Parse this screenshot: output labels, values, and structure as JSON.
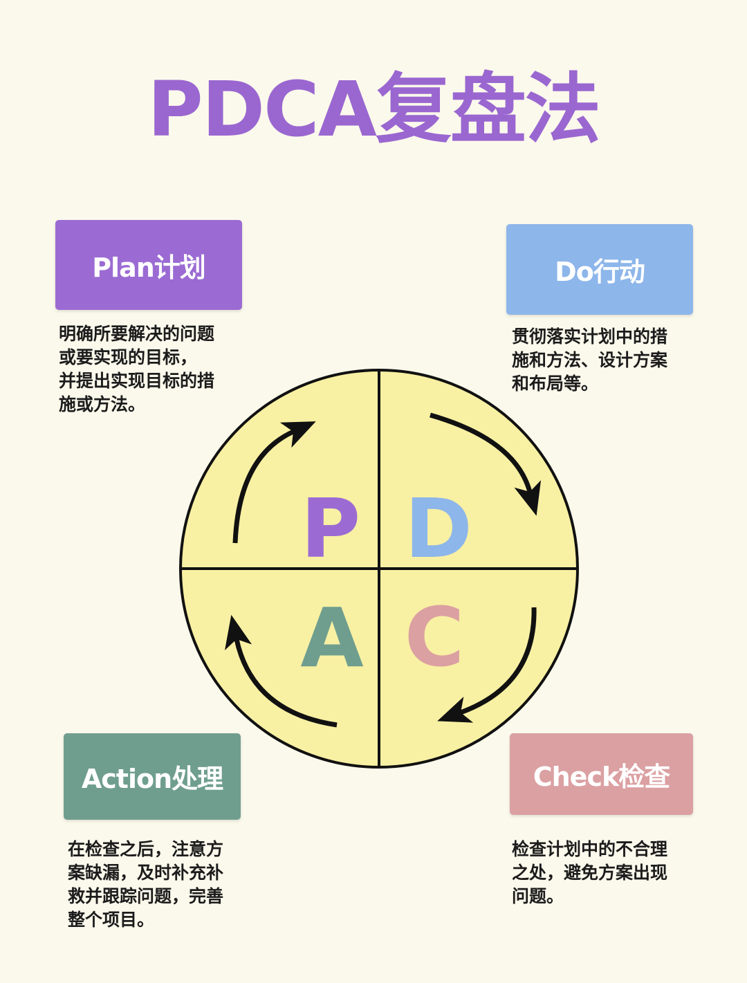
{
  "title": "PDCA复盘法",
  "colors": {
    "background": "#fbf9ec",
    "title": "#9a67d0",
    "circle": "#f8f0a3",
    "plan": "#9b6bd3",
    "do": "#8db6ea",
    "check": "#dba0a2",
    "action": "#6f9e8f"
  },
  "plan": {
    "label": "Plan计划",
    "letter": "P",
    "description": [
      "明确所要解决的问题",
      "或要实现的目标，",
      "并提出实现目标的措",
      "施或方法。"
    ]
  },
  "do": {
    "label": "Do行动",
    "letter": "D",
    "description": [
      "贯彻落实计划中的措",
      "施和方法、设计方案",
      "和布局等。"
    ]
  },
  "check": {
    "label": "Check检查",
    "letter": "C",
    "description": [
      "检查计划中的不合理",
      "之处，避免方案出现",
      "问题。"
    ]
  },
  "action": {
    "label": "Action处理",
    "letter": "A",
    "description": [
      "在检查之后，注意方",
      "案缺漏，及时补充补",
      "救并跟踪问题，完善",
      "整个项目。"
    ]
  }
}
